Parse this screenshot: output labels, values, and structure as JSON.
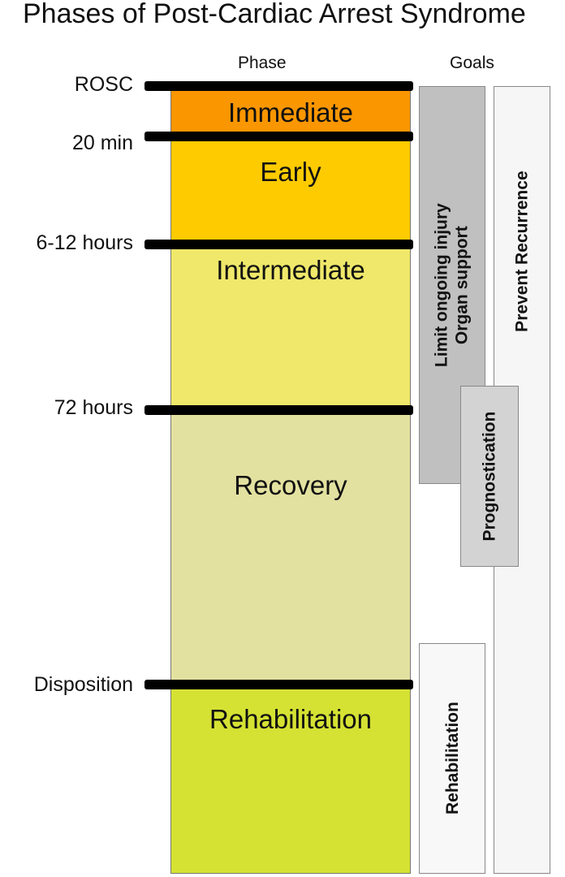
{
  "title": "Phases of Post-Cardiac Arrest Syndrome",
  "headers": {
    "phase": "Phase",
    "goals": "Goals"
  },
  "timepoints": [
    "ROSC",
    "20 min",
    "6-12 hours",
    "72 hours",
    "Disposition"
  ],
  "phases": [
    {
      "label": "Immediate",
      "color": "#FA9600"
    },
    {
      "label": "Early",
      "color": "#FDCB00"
    },
    {
      "label": "Intermediate",
      "color": "#EFE86A"
    },
    {
      "label": "Recovery",
      "color": "#E3E1A0"
    },
    {
      "label": "Rehabilitation",
      "color": "#D5E233"
    }
  ],
  "goals": {
    "limit_injury": "Limit ongoing injury",
    "organ_support": "Organ support",
    "prevent_recurrence": "Prevent Recurrence",
    "prognostication": "Prognostication",
    "rehabilitation": "Rehabilitation"
  }
}
